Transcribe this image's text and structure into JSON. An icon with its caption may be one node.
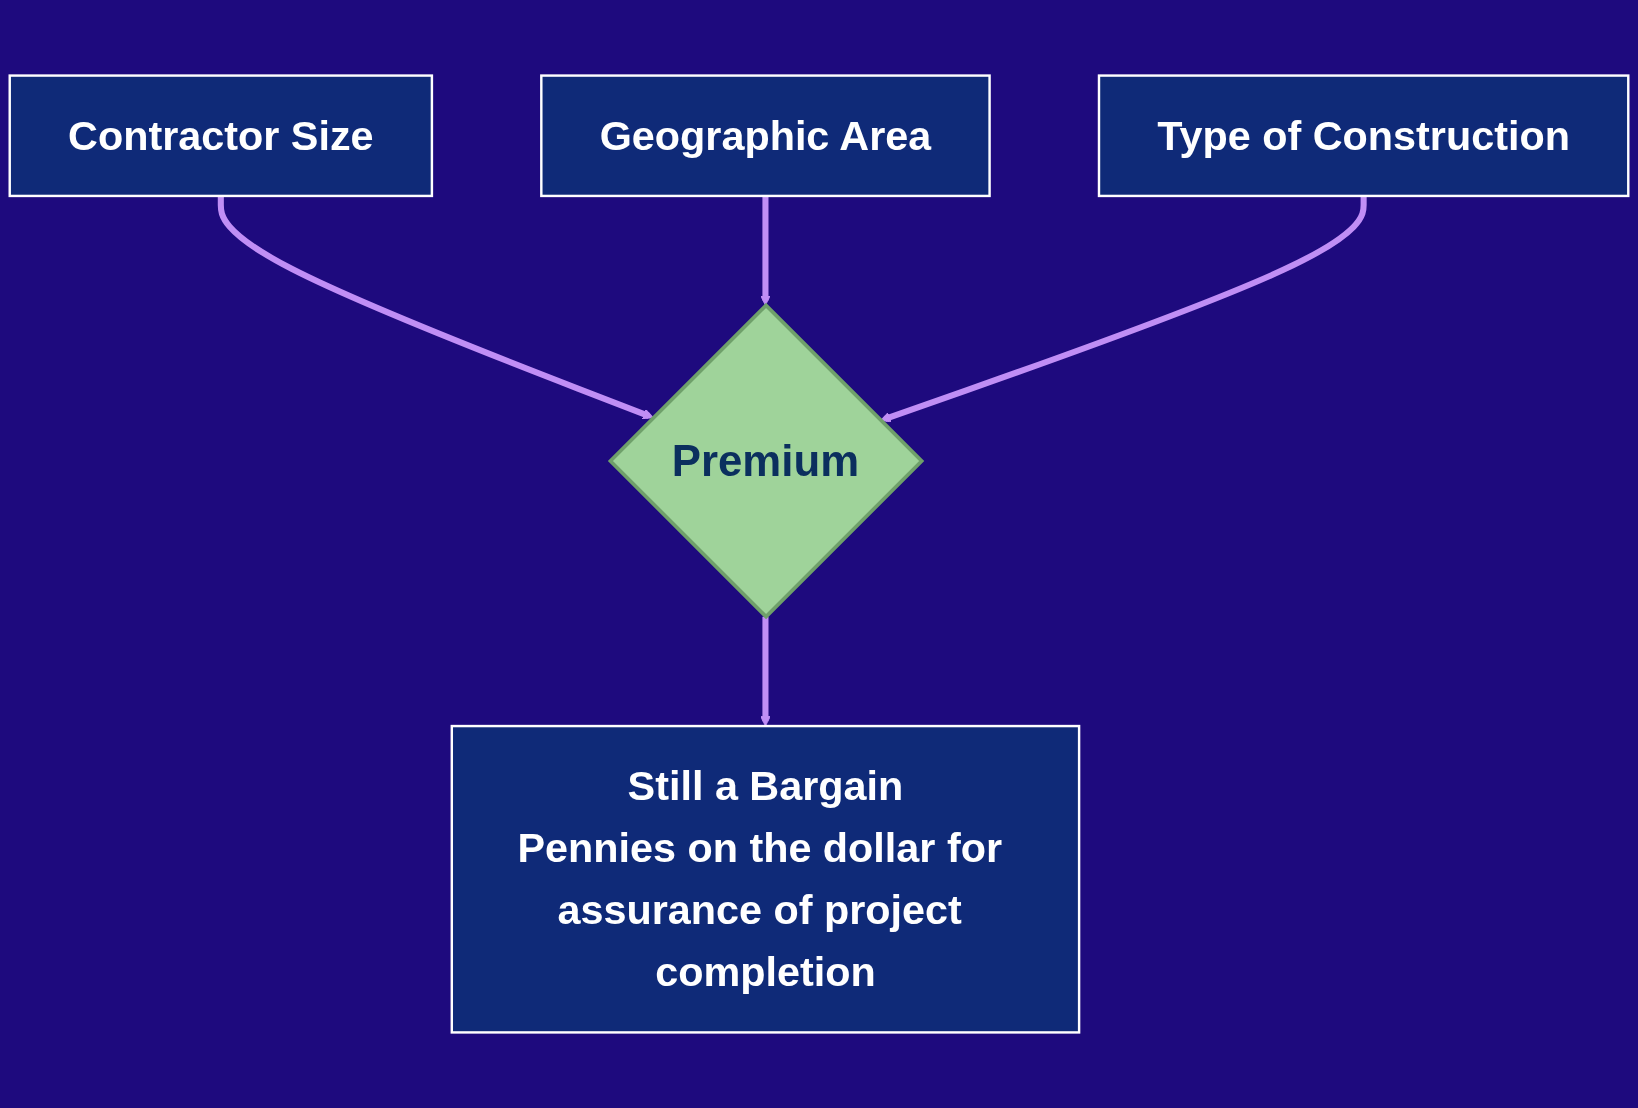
{
  "diagram": {
    "nodes": [
      {
        "text": [
          "Contractor Size"
        ]
      },
      {
        "text": [
          "Geographic Area"
        ]
      },
      {
        "text": [
          "Type of Construction"
        ]
      },
      {
        "text": [
          "Premium"
        ]
      },
      {
        "text": [
          "Still a Bargain",
          "Pennies on the dollar for assurance of project completion"
        ]
      }
    ],
    "edges": [
      {
        "from": 0,
        "to": 3,
        "arrow": "to"
      },
      {
        "from": 1,
        "to": 3,
        "arrow": "to"
      },
      {
        "from": 2,
        "to": 3,
        "arrow": "to"
      },
      {
        "from": 3,
        "to": 4,
        "arrow": "to"
      }
    ]
  }
}
